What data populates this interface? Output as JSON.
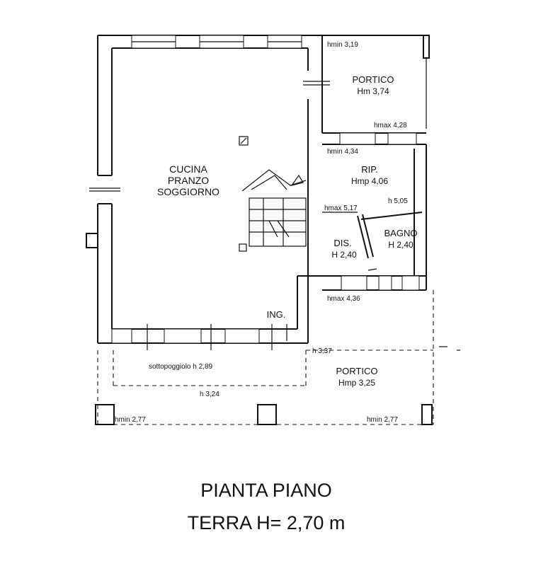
{
  "rooms": {
    "cucina": {
      "line1": "CUCINA",
      "line2": "PRANZO",
      "line3": "SOGGIORNO"
    },
    "portico_top": {
      "name": "PORTICO",
      "height": "Hm 3,74"
    },
    "rip": {
      "name": "RIP.",
      "height": "Hmp 4,06"
    },
    "bagno": {
      "name": "BAGNO",
      "height": "H 2,40"
    },
    "dis": {
      "name": "DIS.",
      "height": "H 2,40"
    },
    "portico_bottom": {
      "name": "PORTICO",
      "height": "Hmp 3,25"
    },
    "ing": {
      "name": "ING."
    }
  },
  "heights": {
    "hmin_top": "hmin 3,19",
    "hmax_portico": "hmax 4,28",
    "hmin_rip": "hmin 4,34",
    "hmax_rip": "hmax 5,17",
    "h_rip": "h 5,05",
    "hmax_lower": "hmax 4,36",
    "h_337": "h 3,37",
    "sottopoggiolo": "sottopoggiolo h 2,89",
    "h_324": "h 3,24",
    "hmin_left": "hmin 2,77",
    "hmin_right": "hmin 2,77"
  },
  "title": {
    "line1": "PIANTA PIANO",
    "line2": "TERRA H= 2,70 m"
  }
}
